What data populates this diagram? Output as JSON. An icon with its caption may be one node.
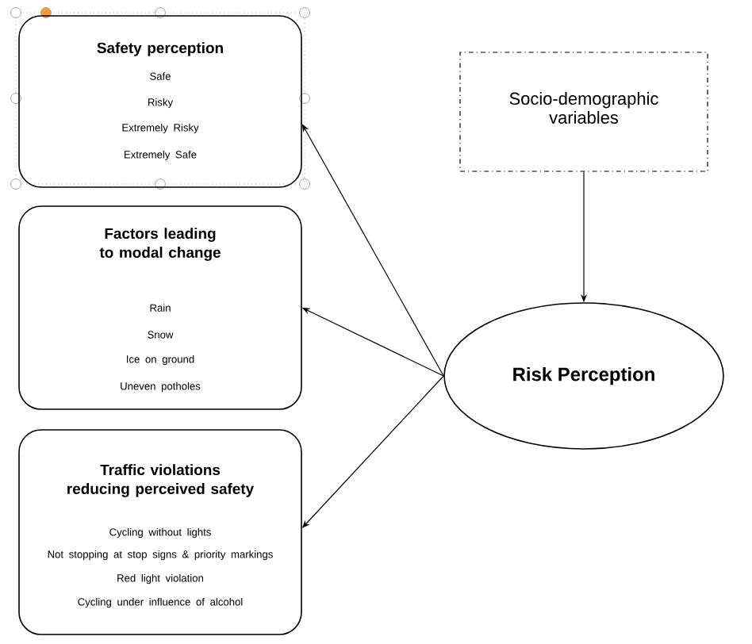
{
  "diagram": {
    "nodes": [
      {
        "text": [
          "Safety perception",
          "Safe",
          "Risky",
          "Extremely Risky",
          "Extremely Safe"
        ]
      },
      {
        "text": [
          "Factors leading to modal change",
          "Rain",
          "Snow",
          "Ice on ground",
          "Uneven potholes"
        ]
      },
      {
        "text": [
          "Traffic violations reducing perceived safety",
          "Cycling without lights",
          "Not stopping at stop signs & priority markings",
          "Red light violation",
          "Cycling under influence of alcohol"
        ]
      },
      {
        "text": [
          "Socio-demographic variables"
        ]
      },
      {
        "text": [
          "Risk Perception"
        ]
      }
    ],
    "edges": [
      {
        "from": 3,
        "to": 4,
        "arrow": "to"
      },
      {
        "from": 4,
        "to": 0,
        "arrow": "to"
      },
      {
        "from": 4,
        "to": 1,
        "arrow": "to"
      },
      {
        "from": 4,
        "to": 2,
        "arrow": "to"
      }
    ]
  }
}
